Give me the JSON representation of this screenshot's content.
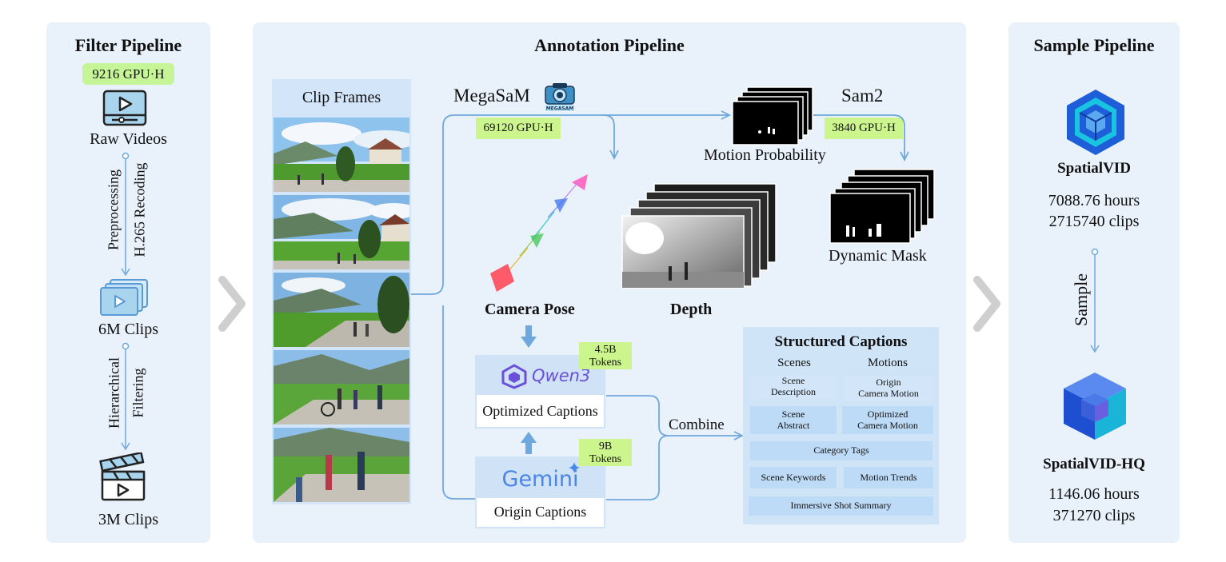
{
  "filter": {
    "title": "Filter Pipeline",
    "gpu": "9216 GPU·H",
    "raw_videos": "Raw Videos",
    "step1_a": "Preprocessing",
    "step1_b": "H.265 Recoding",
    "clips_6m": "6M Clips",
    "step2_a": "Hierarchical",
    "step2_b": "Filtering",
    "clips_3m": "3M Clips"
  },
  "annotation": {
    "title": "Annotation Pipeline",
    "clip_frames": "Clip Frames",
    "megasam": "MegaSaM",
    "megasam_logo_text": "MEGASAM",
    "megasam_gpu": "69120 GPU·H",
    "motion_probability": "Motion Probability",
    "sam2": "Sam2",
    "sam2_gpu": "3840 GPU·H",
    "dynamic_mask": "Dynamic Mask",
    "camera_pose": "Camera Pose",
    "depth": "Depth",
    "qwen_logo": "Qwen3",
    "qwen_tokens": [
      "4.5B",
      "Tokens"
    ],
    "optimized_captions": "Optimized Captions",
    "gemini_logo": "Gemini",
    "gemini_tokens": [
      "9B",
      "Tokens"
    ],
    "origin_captions": "Origin Captions",
    "combine": "Combine",
    "structured": {
      "title": "Structured Captions",
      "col_scenes": "Scenes",
      "col_motions": "Motions",
      "scene_description": [
        "Scene",
        "Description"
      ],
      "origin_camera_motion": [
        "Origin",
        "Camera Motion"
      ],
      "scene_abstract": [
        "Scene",
        "Abstract"
      ],
      "optimized_camera_motion": [
        "Optimized",
        "Camera Motion"
      ],
      "category_tags": "Category Tags",
      "scene_keywords": "Scene Keywords",
      "motion_trends": "Motion Trends",
      "immersive_shot_summary": "Immersive Shot Summary"
    }
  },
  "sample": {
    "title": "Sample Pipeline",
    "dataset1": "SpatialVID",
    "dataset1_hours": "7088.76 hours",
    "dataset1_clips": "2715740 clips",
    "sample_label": "Sample",
    "dataset2": "SpatialVID-HQ",
    "dataset2_hours": "1146.06 hours",
    "dataset2_clips": "371270 clips"
  },
  "colors": {
    "panel": "#e9f1fb",
    "green_badge": "#cdf58e",
    "arrow": "#6fa8dc",
    "box": "#bddaf6",
    "cube_blue": "#1e5ed8",
    "cube_cyan": "#19c4e0",
    "qwen_purple": "#6a4fd8",
    "gemini_blue": "#4a86e8"
  },
  "icons": [
    "video-player-icon",
    "clips-stack-icon",
    "clapperboard-icon",
    "megasam-camera-icon",
    "qwen-logo-icon",
    "gemini-logo-icon",
    "spatialvid-cube-icon",
    "spatialvid-hq-cube-icon",
    "chevron-right-icon"
  ]
}
